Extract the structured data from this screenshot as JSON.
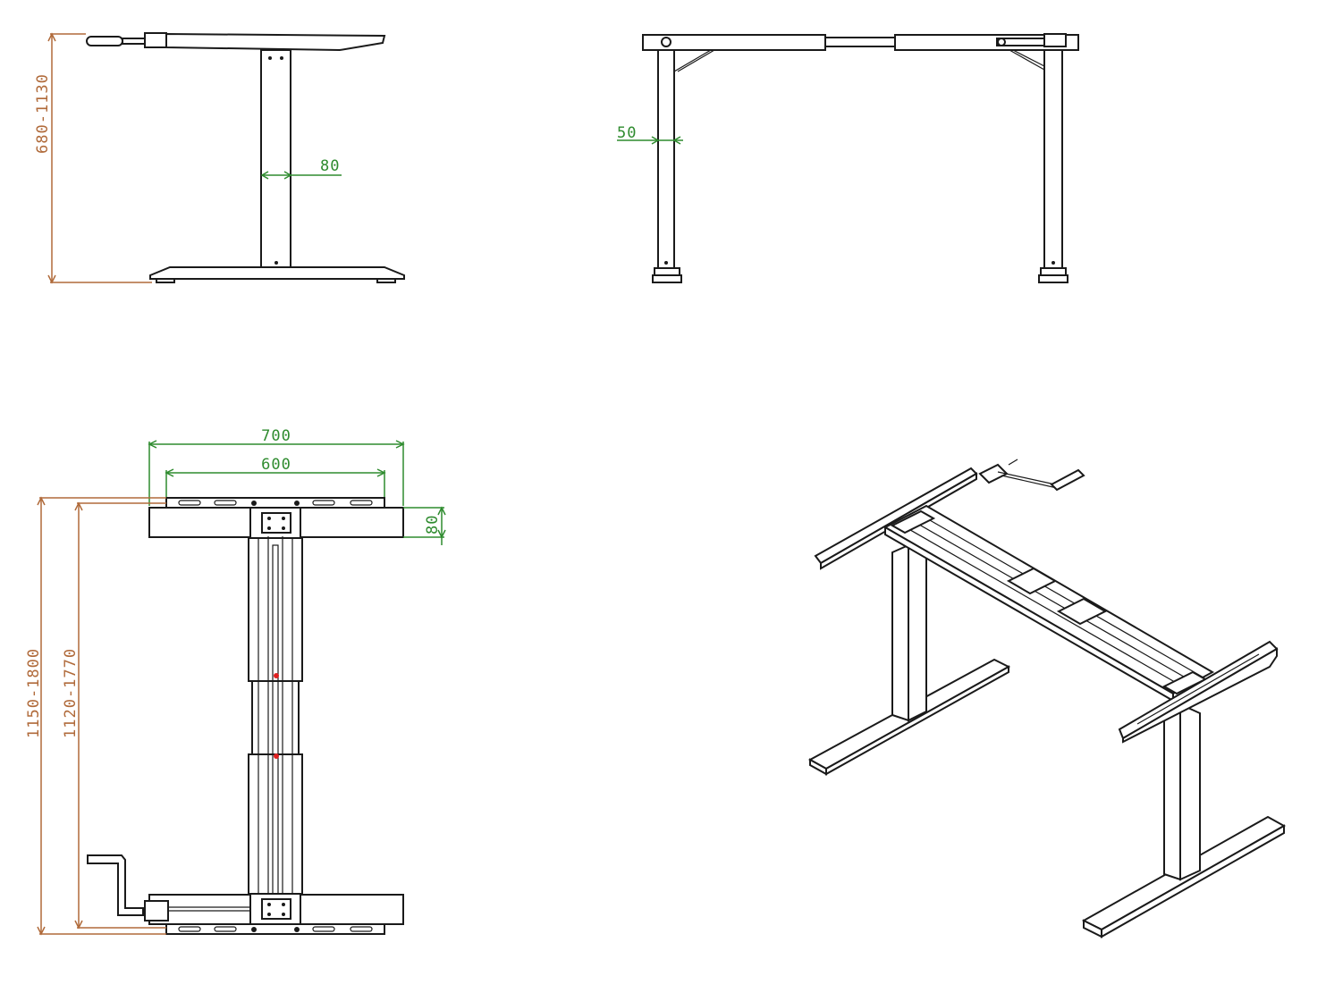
{
  "side_view": {
    "height_range": "680-1130",
    "column_width": "80"
  },
  "front_view": {
    "column_thickness": "50"
  },
  "top_view": {
    "foot_length": "700",
    "bracket_length": "600",
    "foot_width": "80",
    "outer_span": "1150-1800",
    "inner_span": "1120-1770"
  },
  "colors": {
    "dimension_green": "#2e8b2e",
    "dimension_brown": "#b06a3a",
    "line": "#1a1a1a"
  }
}
